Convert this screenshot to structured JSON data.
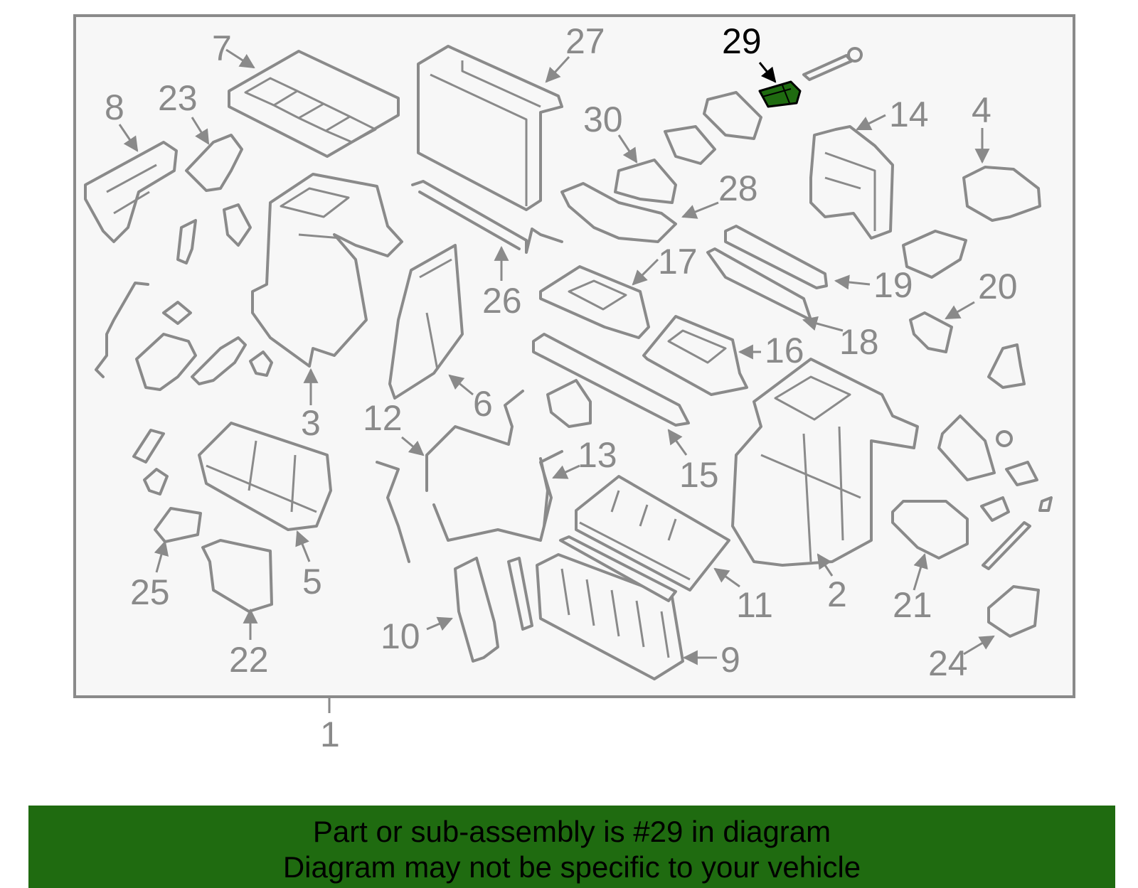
{
  "diagram": {
    "highlight_color": "#1f6b10",
    "highlight_part": "29",
    "labels": {
      "p1": "1",
      "p2": "2",
      "p3": "3",
      "p4": "4",
      "p5": "5",
      "p6": "6",
      "p7": "7",
      "p8": "8",
      "p9": "9",
      "p10": "10",
      "p11": "11",
      "p12": "12",
      "p13": "13",
      "p14": "14",
      "p15": "15",
      "p16": "16",
      "p17": "17",
      "p18": "18",
      "p19": "19",
      "p20": "20",
      "p21": "21",
      "p22": "22",
      "p23": "23",
      "p24": "24",
      "p25": "25",
      "p26": "26",
      "p27": "27",
      "p28": "28",
      "p29": "29",
      "p30": "30"
    }
  },
  "banner": {
    "line1": "Part or sub-assembly is #29 in diagram",
    "line2": "Diagram may not be specific to your vehicle"
  }
}
